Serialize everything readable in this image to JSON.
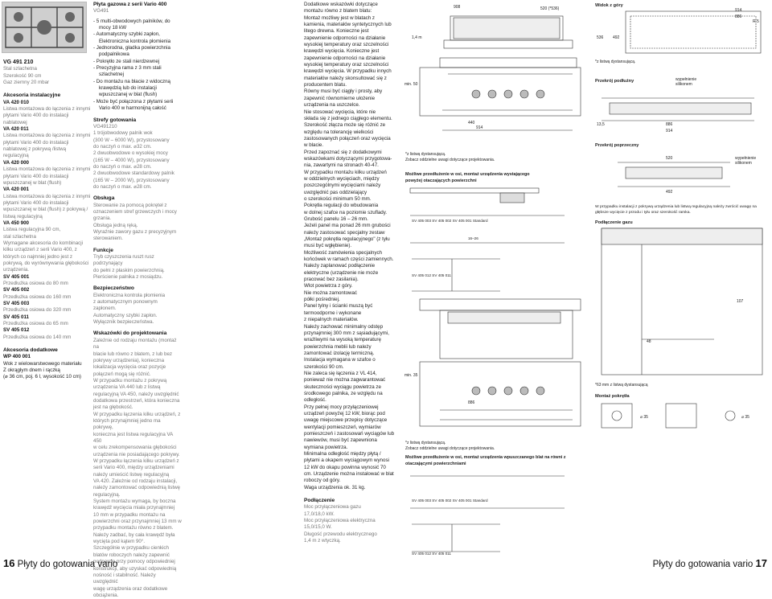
{
  "left": {
    "model": "VG 491 210",
    "lines": [
      {
        "t": "Stal szlachetna",
        "c": "gray"
      },
      {
        "t": "Szerokość 90 cm",
        "c": "gray"
      },
      {
        "t": "Gaz ziemny 20 mbar",
        "c": "gray"
      }
    ],
    "acc_title": "Akcesoria instalacyjne",
    "acc": [
      {
        "t": "VA 420 010",
        "c": "b"
      },
      {
        "t": "Listwa montażowa do łączenia z innymi",
        "c": "gray"
      },
      {
        "t": "płytami Vario 400 do instalacji",
        "c": "gray"
      },
      {
        "t": "nablatowej",
        "c": "gray"
      },
      {
        "t": "VA 420 011",
        "c": "b"
      },
      {
        "t": "Listwa montażowa do łączenia z innymi",
        "c": "gray"
      },
      {
        "t": "płytami Vario 400 do instalacji",
        "c": "gray"
      },
      {
        "t": "nablatowej z pokrywą /listwą",
        "c": "gray"
      },
      {
        "t": "regulacyjną",
        "c": "gray"
      },
      {
        "t": "VA 420 000",
        "c": "b"
      },
      {
        "t": "Listwa montażowa do łączenia z innymi",
        "c": "gray"
      },
      {
        "t": "płytami Vario 400 do instalacji",
        "c": "gray"
      },
      {
        "t": "wpuszczanej w blat (flush)",
        "c": "gray"
      },
      {
        "t": "VA 420 001",
        "c": "b"
      },
      {
        "t": "Listwa montażowa do łączenia z innymi",
        "c": "gray"
      },
      {
        "t": "płytami Vario 400 do instalacji",
        "c": "gray"
      },
      {
        "t": "wpuszczanej w blat (flush) z pokrywą /",
        "c": "gray"
      },
      {
        "t": "listwą regulacyjną",
        "c": "gray"
      },
      {
        "t": "VA 450 900",
        "c": "b"
      },
      {
        "t": "Listwa regulacyjna 90 cm,",
        "c": "gray"
      },
      {
        "t": "stal szlachetna",
        "c": "gray"
      },
      {
        "t": "Wymagane akcesoria do kombinacji",
        "c": "gray"
      },
      {
        "t": "kilku urządzeń z serii Vario 400, z",
        "c": "gray"
      },
      {
        "t": "których co najmniej jedno jest z",
        "c": "gray"
      },
      {
        "t": "pokrywą, do wyrównywania głębokości",
        "c": "gray"
      },
      {
        "t": "urządzenia.",
        "c": "gray"
      },
      {
        "t": "SV 405 001",
        "c": "b"
      },
      {
        "t": "Przedłużka osiowa do 80 mm",
        "c": "gray"
      },
      {
        "t": "SV 405 002",
        "c": "b"
      },
      {
        "t": "Przedłużka osiowa do 160 mm",
        "c": "gray"
      },
      {
        "t": "SV 405 003",
        "c": "b"
      },
      {
        "t": "Przedłużka osiowa do 320 mm",
        "c": "gray"
      },
      {
        "t": "SV 405 011",
        "c": "b"
      },
      {
        "t": "Przedłużka osiowa do 65 mm",
        "c": "gray"
      },
      {
        "t": "SV 405 012",
        "c": "b"
      },
      {
        "t": "Przedłużka osiowa do 140 mm",
        "c": "gray"
      }
    ],
    "extra_title": "Akcesoria dodatkowe",
    "extra": [
      {
        "t": "WP 400 001",
        "c": "b"
      },
      {
        "t": "Wok z wielowarstwowego materiału",
        "c": ""
      },
      {
        "t": "Z okrągłym dnem i rączką",
        "c": ""
      },
      {
        "t": "(⌀ 36 cm, poj. 6 l, wysokość 10 cm)",
        "c": ""
      }
    ]
  },
  "col2": {
    "title": "Płyta gazowa z serii Vario 400",
    "model": "VG491",
    "bullets": [
      {
        "t": "5 multi-obwodowych palników, do",
        "sub": false
      },
      {
        "t": "mocy 18 kW",
        "sub": true
      },
      {
        "t": "Automatyczny szybki zapłon,",
        "sub": false
      },
      {
        "t": "Elektroniczna kontrola płomienia",
        "sub": true
      },
      {
        "t": "Jednorodna, gładka powierzchnia",
        "sub": false
      },
      {
        "t": "podpalnikowa",
        "sub": true
      },
      {
        "t": "Pokrętło ze stali nierdzewnej",
        "sub": false
      },
      {
        "t": "Precyzyjna rama z 3 mm stali",
        "sub": false
      },
      {
        "t": "szlachetnej",
        "sub": true
      },
      {
        "t": "Do montażu na blacie z widoczną",
        "sub": false
      },
      {
        "t": "krawędzią lub do instalacji",
        "sub": true
      },
      {
        "t": "wpuszczanej w blat (flush)",
        "sub": true
      },
      {
        "t": "Może być połączona z płytami serii",
        "sub": false
      },
      {
        "t": "Vario 400 w harmonijną całość",
        "sub": true
      }
    ],
    "sections": [
      {
        "h": "Strefy gotowania",
        "lines": [
          "VG491210",
          "1 trójobwodowy palnik wok",
          "(300 W – 6000 W), przystosowany",
          "do naczyń o max. ⌀32 cm.",
          "2 dwuobwodowe o wysokiej mocy",
          "(165 W – 4000 W), przystosowany",
          "do naczyń o max. ⌀28 cm.",
          "2 dwuobwodowe standardowy palnik",
          "(165 W – 2000 W), przystosowany",
          "do naczyń o max. ⌀28 cm."
        ]
      },
      {
        "h": "Obsługa",
        "lines": [
          "Sterowanie za pomocą pokręteł z",
          "oznaczeniem stref grzewczych i mocy",
          "grzania.",
          "Obsługa jedną ręką.",
          "Wyraźnie zawory gazu z precyzyjnym",
          "sterowaniem."
        ]
      },
      {
        "h": "Funkcje",
        "lines": [
          "Tryb czyszczenia ruszt rusz podrzynający",
          "do pełni z płaskim powierzchnią.",
          "Pierścienie palnika z mosiądzu."
        ]
      },
      {
        "h": "Bezpieczeństwo",
        "lines": [
          "Elektroniczna kontrola płomienia",
          "z automatycznym ponownym zapłonem.",
          "Automatyczny szybki zapłon.",
          "Wyłącznik bezpieczeństwa."
        ]
      },
      {
        "h": "Wskazówki do projektowania",
        "lines": [
          "Zależnie od rodzaju montażu (montaż na",
          "blacie lub równo z blatem, z lub bez",
          "pokrywy urządzenia), konieczna",
          "lokalizacja wycięcia oraz pozycje",
          "połączeń mogą się różnić.",
          "W przypadku montażu z pokrywą",
          "urządzenia VA 440 lub z listwą",
          "regulacyjną VA 450, należy uwzględnić",
          "dodatkowa przestrzeń, która konieczna",
          "jest na głębokość.",
          "W przypadku łączenia kilku urządzeń, z",
          "których przynajmniej jedno ma pokrywę,",
          "konieczna jest listwa regulacyjna VA 450",
          "w celu zrekompensowania głębokości",
          "urządzenia nie posiadającego pokrywy.",
          "W przypadku łączenia kilku urządzeń z",
          "serii Vario 400, między urządzeniami",
          "należy umieścić listwę regulacyjną",
          "VA 420. Zależnie od rodzaju instalacji,",
          "należy zamontować odpowiednią listwę",
          "regulacyjną.",
          "System montażu wymaga, by boczna",
          "krawędź wycięcia miała przynajmniej",
          "10 mm w przypadku montażu na",
          "powierzchni oraz przynajmniej 13 mm w",
          "przypadku montażu równo z blatem.",
          "Należy zadbać, by cała krawędź była",
          "wycięta pod kątem 90°.",
          "Szczególnie w przypadku cienkich",
          "blatów roboczych należy zapewnić",
          "podparcie przy pomocy odpowiedniej",
          "konstrukcji, aby uzyskać odpowiednią",
          "nośność i stabilność. Należy uwzględnić",
          "wagę urządzenia oraz dodatkowe",
          "obciążenia."
        ]
      }
    ]
  },
  "col3": {
    "lines": [
      {
        "t": "Dodatkowe wskazówki dotyczące",
        "c": ""
      },
      {
        "t": "montażu równo z blatem blatu:",
        "c": ""
      },
      {
        "t": "Montaż możliwy jest w blatach z",
        "c": ""
      },
      {
        "t": "kamienia, materiałów syntetycznych lub",
        "c": ""
      },
      {
        "t": "litego drewna. Konieczne jest",
        "c": ""
      },
      {
        "t": "zapewnienie odporności na działanie",
        "c": ""
      },
      {
        "t": "wysokiej temperatury oraz szczelności",
        "c": ""
      },
      {
        "t": "krawędzi wycięcia. Konieczne jest",
        "c": ""
      },
      {
        "t": "zapewnienie odporności na działanie",
        "c": ""
      },
      {
        "t": "wysokiej temperatury oraz szczelności",
        "c": ""
      },
      {
        "t": "krawędzi wycięcia. W przypadku innych",
        "c": ""
      },
      {
        "t": "materiałów należy skonsultować się z",
        "c": ""
      },
      {
        "t": "producentem blatu.",
        "c": ""
      },
      {
        "t": "Równy musi być ciągły i prosty, aby",
        "c": ""
      },
      {
        "t": "zapewnić równomierne ułożenie",
        "c": ""
      },
      {
        "t": "urządzenia na uszczelce.",
        "c": ""
      },
      {
        "t": "Nie stosować wycięcia, które nie",
        "c": ""
      },
      {
        "t": "składa się z jednego ciągłego elementu.",
        "c": ""
      },
      {
        "t": "Szerokość złącza może się różnić ze",
        "c": ""
      },
      {
        "t": "względu na tolerancję wielkości",
        "c": ""
      },
      {
        "t": "zastosowanych połączeń oraz wycięcia",
        "c": ""
      },
      {
        "t": "w blacie.",
        "c": ""
      },
      {
        "t": "",
        "c": ""
      },
      {
        "t": "Przed zapoznać się z dodatkowymi",
        "c": ""
      },
      {
        "t": "wskazówkami dotyczącymi przygotowa-",
        "c": ""
      },
      {
        "t": "nia, zawartymi na stronach 40-47.",
        "c": ""
      },
      {
        "t": "",
        "c": ""
      },
      {
        "t": "W przypadku montażu kilku urządzeń",
        "c": ""
      },
      {
        "t": "w oddzielnych wycięciach, między",
        "c": ""
      },
      {
        "t": "poszczególnymi wycięciami należy",
        "c": ""
      },
      {
        "t": "uwzględnić pas oddzielający",
        "c": ""
      },
      {
        "t": "o szerokości minimum 50 mm.",
        "c": ""
      },
      {
        "t": "Pokrętła regulacji do wbudowania",
        "c": ""
      },
      {
        "t": "w dolnej szafce na poziomie szuflady.",
        "c": ""
      },
      {
        "t": "Grubość panelu 16 – 26 mm.",
        "c": ""
      },
      {
        "t": "Jeżeli panel ma ponad 26 mm grubości",
        "c": ""
      },
      {
        "t": "należy zastosować specjalny zestaw",
        "c": ""
      },
      {
        "t": "„Montaż pokrętła regulacyjnego\" (z tyłu",
        "c": ""
      },
      {
        "t": "musi być wgłębienie).",
        "c": ""
      },
      {
        "t": "Możliwość zamówienia specjalnych",
        "c": ""
      },
      {
        "t": "końcówek w ramach części zamiennych.",
        "c": ""
      },
      {
        "t": "Należy zaplanować podłączenie",
        "c": ""
      },
      {
        "t": "elektryczne (urządzenie nie może",
        "c": ""
      },
      {
        "t": "pracować bez zasilania).",
        "c": ""
      },
      {
        "t": "Wlot powietrza z góry.",
        "c": ""
      },
      {
        "t": "Nie można zamontować",
        "c": ""
      },
      {
        "t": "półki pośredniej.",
        "c": ""
      },
      {
        "t": "Panel tylny i ścianki muszą być",
        "c": ""
      },
      {
        "t": "termoodporne i wykonane",
        "c": ""
      },
      {
        "t": "z niepalnych materiałów.",
        "c": ""
      },
      {
        "t": "Należy zachować minimalny odstęp",
        "c": ""
      },
      {
        "t": "przynajmniej 300 mm z sąsiadującymi,",
        "c": ""
      },
      {
        "t": "wrażliwymi na wysoką temperaturę",
        "c": ""
      },
      {
        "t": "powierzchnia meblii lub należy",
        "c": ""
      },
      {
        "t": "zamontować izolację termiczną.",
        "c": ""
      },
      {
        "t": "Instalacja wymagana w szafce o",
        "c": ""
      },
      {
        "t": "szerokości 90 cm.",
        "c": ""
      },
      {
        "t": "",
        "c": ""
      },
      {
        "t": "Nie zaleca się łączenia z VL 414,",
        "c": ""
      },
      {
        "t": "ponieważ nie można zagwarantować",
        "c": ""
      },
      {
        "t": "skuteczności wyciągu powietrza ze",
        "c": ""
      },
      {
        "t": "środkowego palnika, ze względu na",
        "c": ""
      },
      {
        "t": "odległość.",
        "c": ""
      },
      {
        "t": "Przy pełnej mocy przyłączeniowej",
        "c": ""
      },
      {
        "t": "urządzeń powyżej 12 kW, biorąc pod",
        "c": ""
      },
      {
        "t": "uwagę miejscowe przepisy dotyczące",
        "c": ""
      },
      {
        "t": "wentylacji pomieszczeń, wymiarów",
        "c": ""
      },
      {
        "t": "pomieszczeń i zastosowań wyciągów lub",
        "c": ""
      },
      {
        "t": "nawiewów, musi być zapewniona",
        "c": ""
      },
      {
        "t": "wymiana powietrza.",
        "c": ""
      },
      {
        "t": "Minimalna odległość między płytą /",
        "c": ""
      },
      {
        "t": "płytami a okapem wyciągowym wynosi",
        "c": ""
      },
      {
        "t": "12 kW do okapu powinna wynosić 70",
        "c": ""
      },
      {
        "t": "cm. Urządzenie można instalować w blat",
        "c": ""
      },
      {
        "t": "roboczy od góry.",
        "c": ""
      },
      {
        "t": "Waga urządzenia ok. 31 kg.",
        "c": ""
      }
    ],
    "sect_title": "Podłączenie",
    "sect_lines": [
      "Moc przyłączeniowa gazu",
      "17,0/18,0 kW.",
      "Moc przyłączeniowa elektryczna",
      "15,0/15,0 W.",
      "Długość przewodu elektrycznego",
      "1,4 m z wtyczką."
    ]
  },
  "col4_labels": {
    "foot_a": "*z listwą dystansującą.",
    "foot_b": "Zobacz oddzielne uwagi dotyczące projektowania.",
    "fig1": "Możliwe przedłużenie w osi, montaż urządzenia wystającego",
    "fig1b": "powyżej otaczających powierzchni",
    "foot_c": "*z listwą dystansującą.",
    "foot_d": "Zobacz oddzielne uwagi dotyczące projektowania.",
    "fig2": "Możliwe przedłużenie w osi, montaż urządzenia wpuszczanego blat na równi z",
    "fig2b": "otaczającymi powierzchniami",
    "sv1": "SV 405 003 SV 405 002 SV 405 001 Standard",
    "sv2": "SV 405 012 SV 405 011",
    "sv3": "SV 405 003 SV 405 002 SV 405 001 Standard",
    "sv4": "SV 405 012 SV 405 011",
    "d_908": "908",
    "d_520": "520 (*536)",
    "d_440": "440",
    "d_914": "914",
    "d_886": "886",
    "d_min50": "min. 50",
    "d_min35": "min. 35",
    "d_14": "1,4 m",
    "d_1626": "16–26"
  },
  "col5_labels": {
    "widok": "Widok z góry",
    "foot_e": "*z listwą dystansującą.",
    "przekroj_p": "Przekrój podłużny",
    "przekroj_pop": "Przekrój poprzeczny",
    "wyp": "wypełnienie",
    "sil": "silikonem",
    "note_c": "W przypadku instalacji z pokrywą urządzenia lub listwą regulacyjną należy zwrócić uwagę na",
    "note_c2": "głębsze wycięcie z przodu i tyłu oraz szerokość ramka.",
    "gas_title": "Podłączenie gazu",
    "foot_f": "*63 mm z listwą dystansującą",
    "knob_title": "Montaż pokrętła",
    "d_914": "914",
    "d_886": "886",
    "d_520": "520",
    "d_536": "536",
    "d_492": "492",
    "d_R": "R 3",
    "d_R2": "R 5",
    "d_107": "107",
    "d_48": "48",
    "d_35": "⌀ 35",
    "d_135": "13,5"
  },
  "footer": {
    "left_num": "16",
    "left_text": "Płyty do gotowania vario",
    "right_text": "Płyty do gotowania vario",
    "right_num": "17"
  }
}
